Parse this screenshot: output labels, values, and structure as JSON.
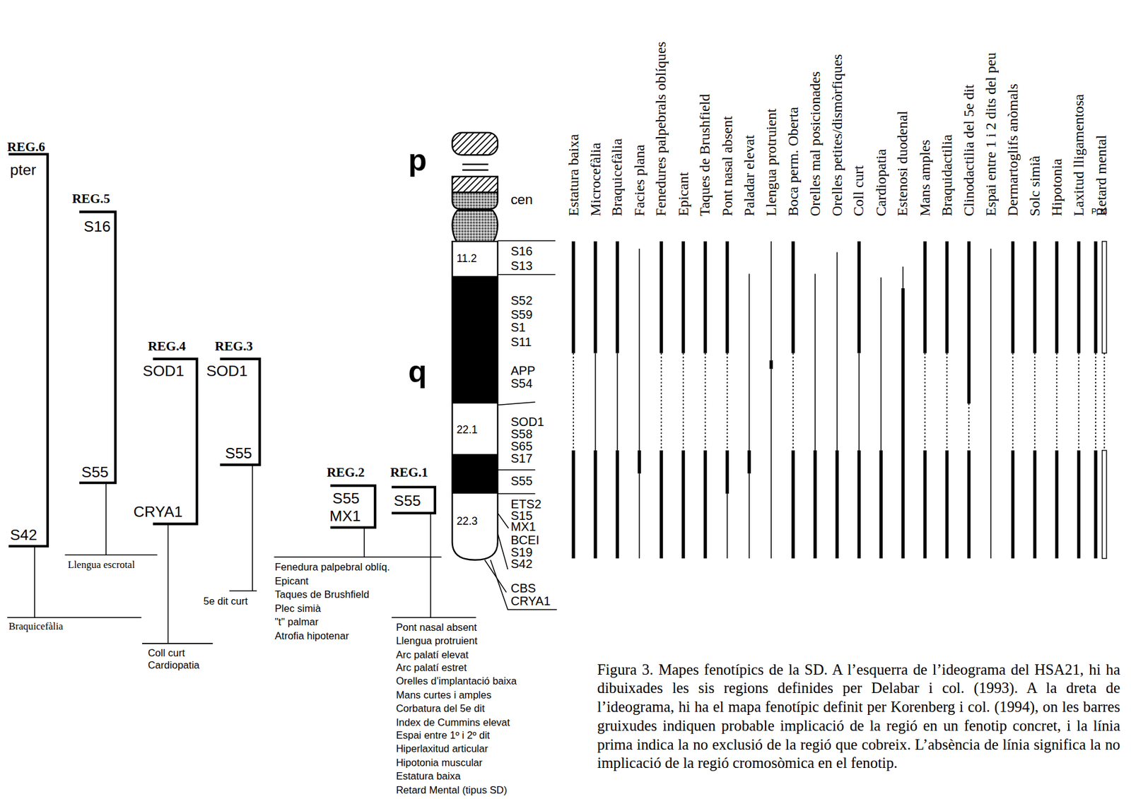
{
  "diagram": {
    "caption": "Figura 3. Mapes fenotípics de la SD. A l’esquerra de l’ideograma del HSA21, hi ha dibuixades les sis regions definides per Delabar i col. (1993). A la dreta de l’ideograma, hi ha el mapa fenotípic definit per Korenberg i col. (1994), on les barres gruixudes indiquen probable implicació de la regió en un fenotip concret, i la línia prima indica la no exclusió de la regió que cobreix. L’absència de línia significa la no implicació de la regió cromosòmica en el fenotip.",
    "labels": [
      "REG.6",
      "pter",
      "S42",
      "Braquicefàlia",
      "REG.5",
      "S16",
      "S55",
      "Llengua escrotal",
      "REG.4",
      "SOD1",
      "CRYA1",
      "Coll curt",
      "Cardiopatia",
      "REG.3",
      "SOD1",
      "S55",
      "5e dit curt",
      "REG.2",
      "S55",
      "MX1",
      "Fenedura palpebral oblíq.",
      "Epicant",
      "Taques de Brushfield",
      "Plec simià",
      "\"t\" palmar",
      "Atrofia hipotenar",
      "REG.1",
      "S55",
      "Pont nasal absent",
      "Llengua protruient",
      "Arc palatí elevat",
      "Arc palatí estret",
      "Orelles d’implantació baixa",
      "Mans curtes i amples",
      "Corbatura del 5e dit",
      "Index de Cummins elevat",
      "Espai entre 1º i 2º dit",
      "Hiperlaxitud articular",
      "Hipotonia muscular",
      "Estatura baixa",
      "Retard Mental (tipus SD)",
      "p",
      "q",
      "cen",
      "11.2",
      "22.1",
      "22.3",
      "S16",
      "S13",
      "S52",
      "S59",
      "S1",
      "S11",
      "APP",
      "S54",
      "SOD1",
      "S58",
      "S65",
      "S17",
      "S55",
      "ETS2",
      "S15",
      "MX1",
      "BCEI",
      "S19",
      "S42",
      "CBS",
      "CRYA1",
      "Estatura baixa",
      "Microcefàlia",
      "Braquicefàlia",
      "Facies plana",
      "Fenedures palpebrals oblíques",
      "Epicant",
      "Taques de Brushfield",
      "Pont nasal absent",
      "Paladar elevat",
      "Llengua protruient",
      "Boca perm. Oberta",
      "Orelles mal posicionades",
      "Orelles petites/dismòrfiques",
      "Coll curt",
      "Cardiopatia",
      "Estenosi duodenal",
      "Mans amples",
      "Braquidactilia",
      "Clinodactilia del 5e dit",
      "Espai entre 1 i 2 dits del peu",
      "Dermartoglifs anòmals",
      "Solc simià",
      "Hipotonia",
      "Laxitud lligamentosa",
      "Retard mental",
      "P",
      "M"
    ]
  }
}
